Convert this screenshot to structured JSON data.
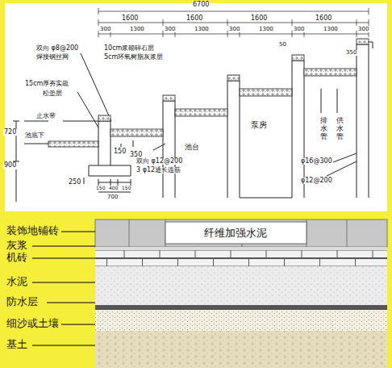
{
  "diagram": {
    "labels": [
      "6700",
      "1600",
      "1600",
      "1600",
      "1600",
      "300",
      "1300",
      "300",
      "1300",
      "300",
      "1300",
      "300",
      "1300",
      "300",
      "50",
      "350",
      "双向 φ8@200",
      "焊接钢丝网",
      "10cm浆砌碎石层",
      "5cm环氧树脂灰浆层",
      "15cm厚夯实疏",
      "松垫层",
      "止水带",
      "池底下",
      "720",
      "900",
      "250",
      "150",
      "350",
      "池台",
      "泵房",
      "排水管",
      "供水管",
      "双向 φ12@200",
      "3 φ12通长连筋",
      "φ16@300",
      "φ12@200",
      "150",
      "400",
      "150",
      "700",
      "装饰地铺砖",
      "灰浆",
      "机砖",
      "水泥",
      "防水层",
      "细沙或土壤",
      "基土",
      "纤维加强水泥"
    ]
  }
}
